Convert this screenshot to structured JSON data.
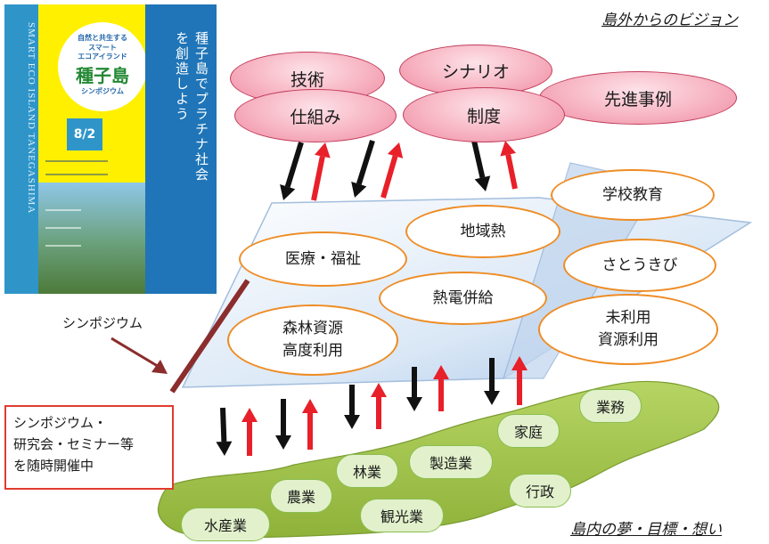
{
  "vision_title": "島外からのビジョン",
  "dream_title": "島内の夢・目標・想い",
  "symposium_label": "シンポジウム",
  "event_box": {
    "line1": "シンポジウム・",
    "line2": "研究会・セミナー等",
    "line3": "を随時開催中"
  },
  "poster": {
    "subtitle1": "自然と共生する",
    "subtitle2": "スマート",
    "subtitle3": "エコアイランド",
    "title": "種子島",
    "symposium": "シンポジウム",
    "date": "8/2",
    "side_english": "SMART ECO ISLAND TANEGASHIMA",
    "vertical_text": "種子島でプラチナ社会を創造しよう"
  },
  "vision_items": [
    "技術",
    "シナリオ",
    "先進事例",
    "仕組み",
    "制度"
  ],
  "hub_items": {
    "school": "学校教育",
    "district_heat": "地域熱",
    "medical": "医療・福祉",
    "sugarcane": "さとうきび",
    "cogeneration": "熱電併給",
    "forest_line1": "森林資源",
    "forest_line2": "高度利用",
    "unused_line1": "未利用",
    "unused_line2": "資源利用"
  },
  "island_items": [
    "業務",
    "家庭",
    "製造業",
    "林業",
    "行政",
    "農業",
    "観光業",
    "水産業"
  ],
  "colors": {
    "arrow_up": "#e8202a",
    "arrow_down": "#111111",
    "oval_border": "#ee8c24",
    "pink_border": "#c23b5b",
    "island_green": "#9cc23c",
    "box_border": "#e03c2e",
    "symposium_line": "#8b2d2d"
  }
}
